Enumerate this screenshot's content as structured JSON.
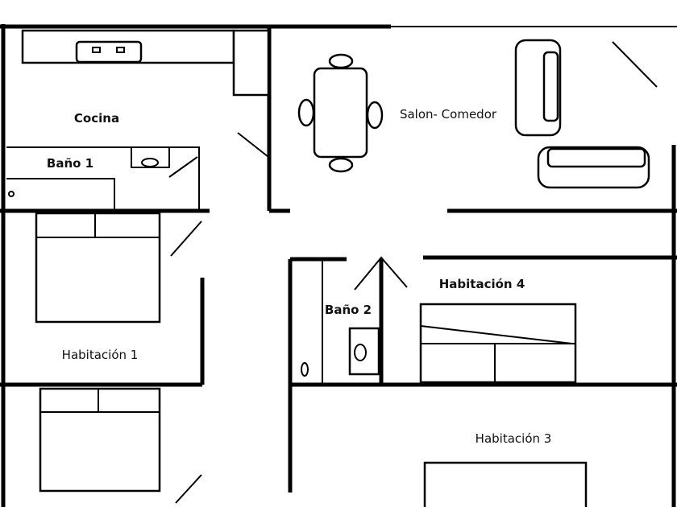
{
  "rooms": {
    "cocina": "Cocina",
    "bano1": "Baño 1",
    "salon": "Salon- Comedor",
    "hab4": "Habitación 4",
    "bano2": "Baño 2",
    "hab1": "Habitación 1",
    "hab3": "Habitación 3"
  }
}
